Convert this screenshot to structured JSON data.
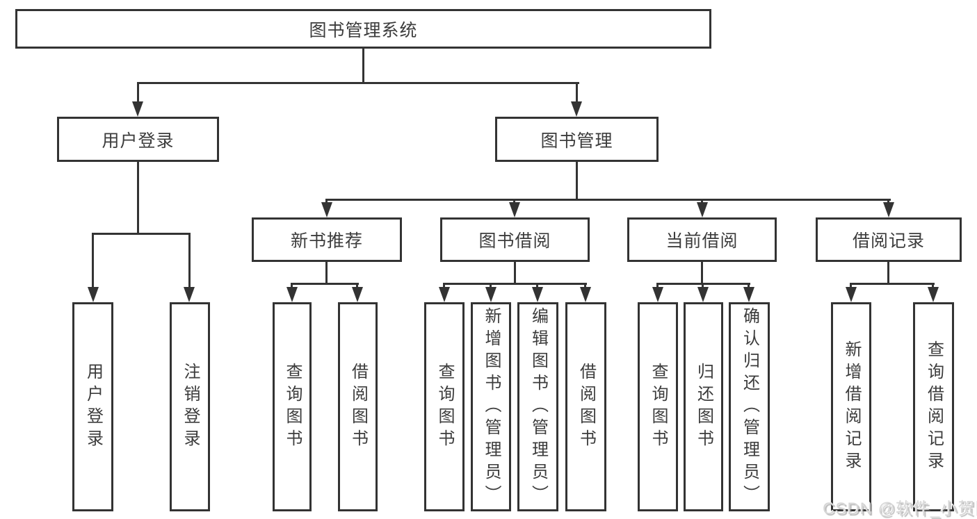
{
  "diagram": {
    "root": "图书管理系统",
    "level1": {
      "user_login": "用户登录",
      "book_management": "图书管理"
    },
    "level2": {
      "new_book_recommend": "新书推荐",
      "book_borrowing": "图书借阅",
      "current_borrowing": "当前借阅",
      "borrowing_records": "借阅记录"
    },
    "leaves": {
      "user_login": "用户登录",
      "logout": "注销登录",
      "nb_query_books": "查询图书",
      "nb_borrow_books": "借阅图书",
      "bb_query_books": "查询图书",
      "bb_add_books": "新增图书（管理员）",
      "bb_edit_books": "编辑图书（管理员）",
      "bb_borrow_books": "借阅图书",
      "cb_query_books": "查询图书",
      "cb_return_books": "归还图书",
      "cb_confirm_return": "确认归还（管理员）",
      "br_add_record": "新增借阅记录",
      "br_query_record": "查询借阅记录"
    }
  },
  "watermark": "CSDN @软件_小贺同学",
  "colors": {
    "line": "#333333",
    "text": "#3c3c3c",
    "background": "#ffffff",
    "watermark": "#d6d6d6"
  }
}
